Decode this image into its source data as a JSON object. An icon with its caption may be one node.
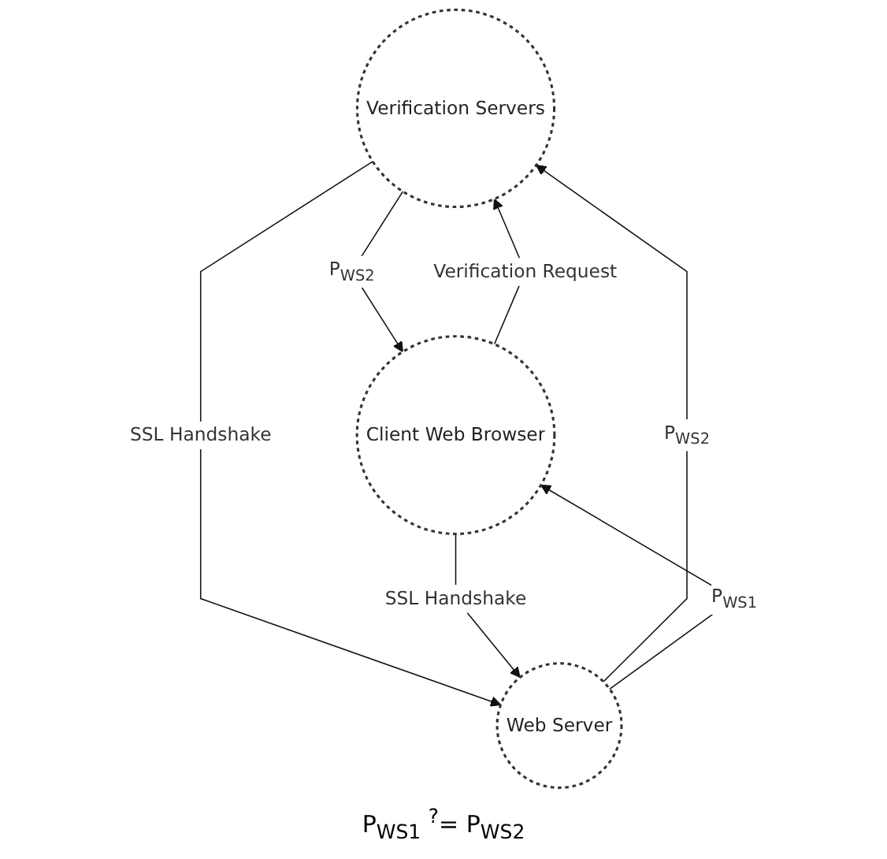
{
  "diagram": {
    "nodes": [
      {
        "text": [
          "Verification Servers"
        ]
      },
      {
        "text": [
          "Client Web Browser"
        ]
      },
      {
        "text": [
          "Web Server"
        ]
      }
    ],
    "edges": [
      {
        "from": 1,
        "to": 0,
        "arrow": "to",
        "label": "Verification Request"
      },
      {
        "from": 0,
        "to": 1,
        "arrow": "to",
        "label": "P$_{WS2}$"
      },
      {
        "from": 0,
        "to": 2,
        "arrow": "to",
        "label": "SSL Handshake"
      },
      {
        "from": 2,
        "to": 0,
        "arrow": "to",
        "label": "P$_{WS2}$"
      },
      {
        "from": 1,
        "to": 2,
        "arrow": "to",
        "label": "SSL Handshake"
      },
      {
        "from": 2,
        "to": 1,
        "arrow": "to",
        "label": "P$_{WS1}$"
      }
    ],
    "labels": [
      "P$_{WS1}$ $^{?}$= P$_{WS2}$"
    ]
  }
}
